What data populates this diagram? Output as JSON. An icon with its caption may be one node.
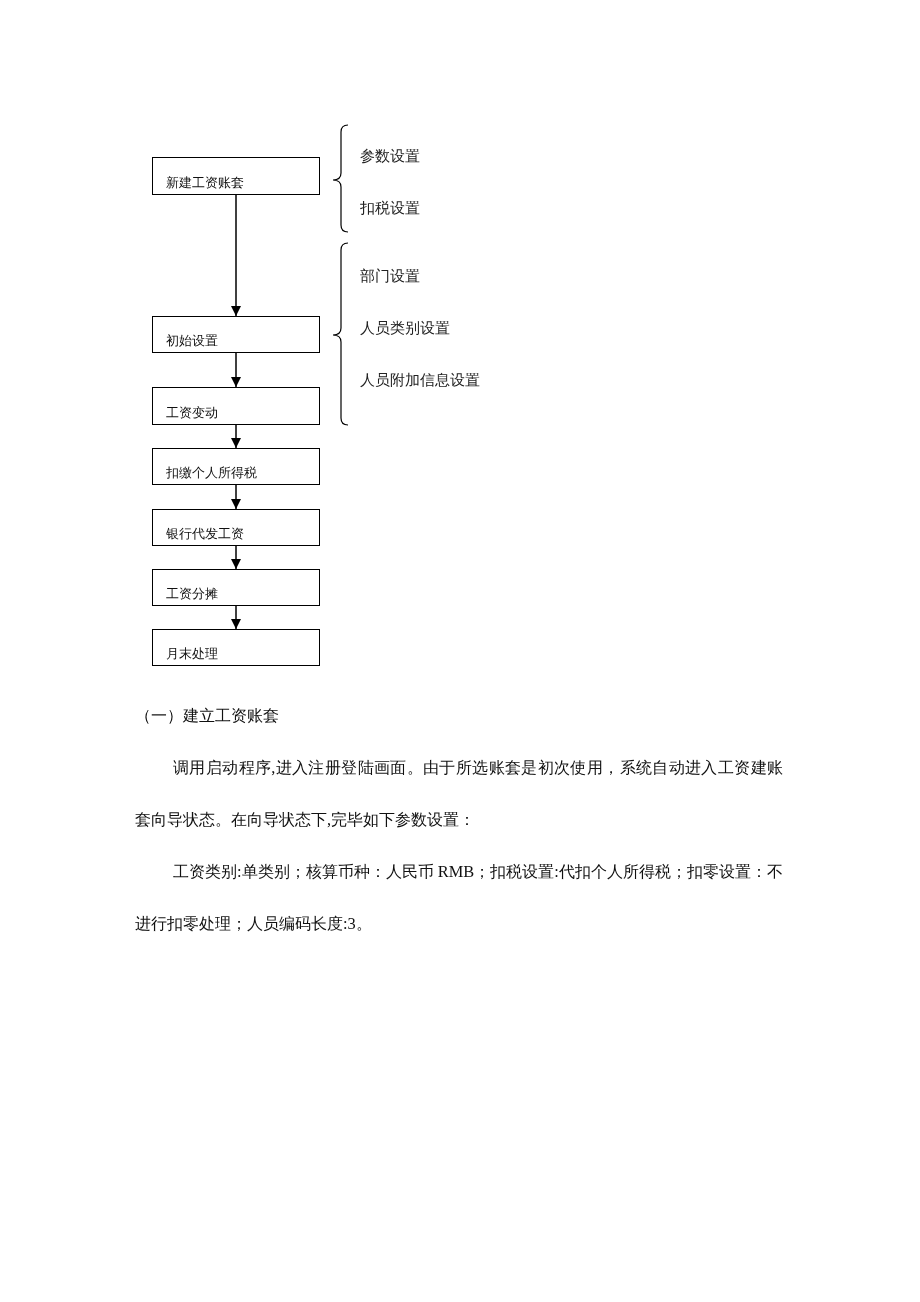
{
  "diagram": {
    "nodes": [
      {
        "text": [
          "新建工资账套"
        ],
        "beside": [
          "参数设置",
          "扣税设置"
        ]
      },
      {
        "text": [
          "初始设置"
        ],
        "beside": [
          "部门设置",
          "人员类别设置",
          "人员附加信息设置"
        ]
      },
      {
        "text": [
          "工资变动"
        ]
      },
      {
        "text": [
          "扣缴个人所得税"
        ]
      },
      {
        "text": [
          "银行代发工资"
        ]
      },
      {
        "text": [
          "工资分摊"
        ]
      },
      {
        "text": [
          "月末处理"
        ]
      }
    ],
    "edges": [
      {
        "from": 0,
        "to": 1,
        "arrow": "to"
      },
      {
        "from": 1,
        "to": 2,
        "arrow": "to"
      },
      {
        "from": 2,
        "to": 3,
        "arrow": "to"
      },
      {
        "from": 3,
        "to": 4,
        "arrow": "to"
      },
      {
        "from": 4,
        "to": 5,
        "arrow": "to"
      },
      {
        "from": 5,
        "to": 6,
        "arrow": "to"
      }
    ],
    "labels": [
      "（一）建立工资账套",
      "调用启动程序,进入注册登陆画面。由于所选账套是初次使用，系统自动进入工资建账套向导状态。在向导状态下,完毕如下参数设置：",
      "工资类别:单类别；核算币种：人民币 RMB；扣税设置:代扣个人所得税；扣零设置：不进行扣零处理；人员编码长度:3。"
    ]
  }
}
